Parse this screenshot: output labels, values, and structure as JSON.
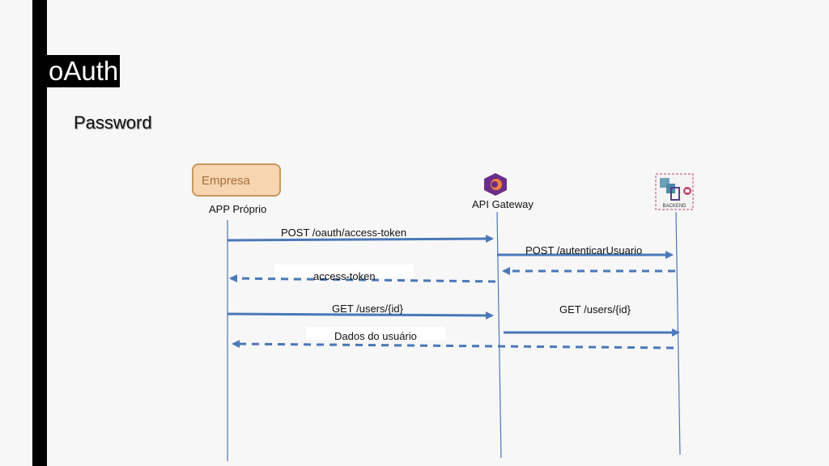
{
  "title": "oAuth",
  "subtitle": "Password",
  "actors": {
    "empresa_label": "Empresa",
    "app_label": "APP Próprio",
    "gateway_label": "API Gateway",
    "backend_label": "BACKEND"
  },
  "messages": [
    {
      "label": "POST /oauth/access-token",
      "from": "app",
      "to": "gateway",
      "style": "solid"
    },
    {
      "label": "POST /autenticarUsuario",
      "from": "gateway",
      "to": "backend",
      "style": "solid"
    },
    {
      "label": "",
      "from": "backend",
      "to": "gateway",
      "style": "dashed"
    },
    {
      "label": "access-token",
      "from": "gateway",
      "to": "app",
      "style": "dashed"
    },
    {
      "label": "GET /users/{id}",
      "from": "app",
      "to": "gateway",
      "style": "solid"
    },
    {
      "label": "GET /users/{id}",
      "from": "gateway",
      "to": "backend",
      "style": "solid"
    },
    {
      "label": "Dados do usuário",
      "from": "backend",
      "to": "app",
      "style": "dashed"
    }
  ],
  "colors": {
    "arrow": "#4a78b8",
    "empresa_fill": "#f6d5b0",
    "empresa_border": "#c9975b",
    "gateway_icon": "#6b2d8a",
    "gateway_icon_accent": "#f0803c",
    "backend_border": "#c0426a"
  }
}
